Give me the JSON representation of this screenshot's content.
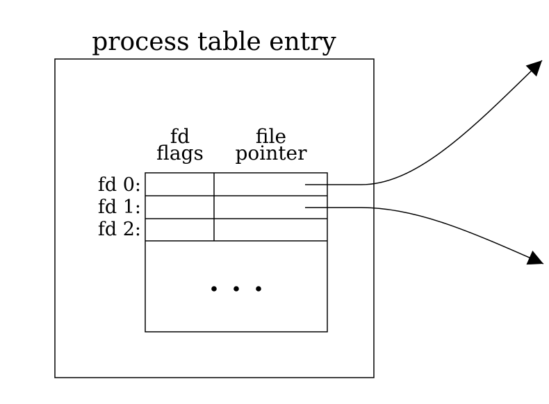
{
  "diagram": {
    "title": "process table entry",
    "column_headers": {
      "fd_flags": [
        "fd",
        "flags"
      ],
      "file_pointer": [
        "file",
        "pointer"
      ]
    },
    "rows": [
      {
        "label": "fd 0:"
      },
      {
        "label": "fd 1:"
      },
      {
        "label": "fd 2:"
      }
    ],
    "ellipsis": "• • •"
  }
}
